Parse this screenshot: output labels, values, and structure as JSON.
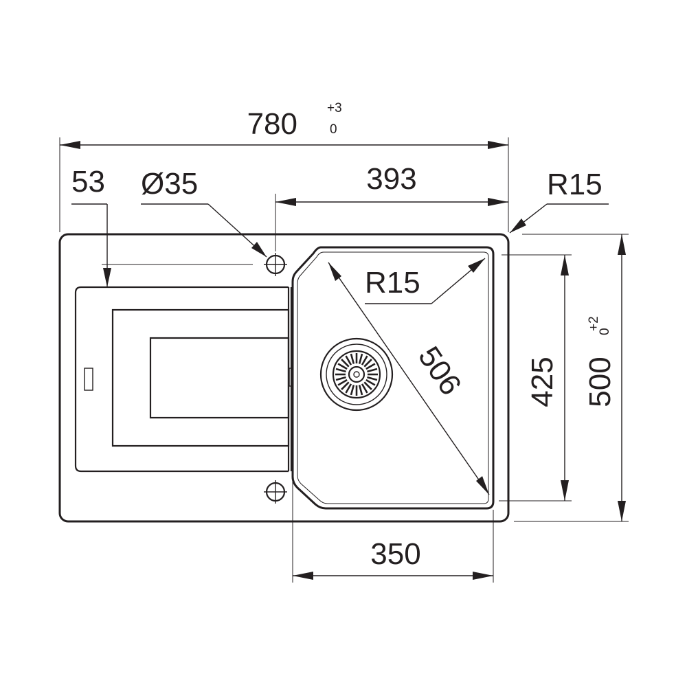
{
  "dimensions": {
    "overall_width": "780",
    "overall_width_tol_upper": "+3",
    "overall_width_tol_lower": "0",
    "edge_offset": "53",
    "hole_diameter": "Ø35",
    "bowl_offset": "393",
    "corner_radius_outer": "R15",
    "corner_radius_bowl": "R15",
    "diagonal": "506",
    "bowl_depth": "425",
    "overall_depth": "500",
    "overall_depth_tol_upper": "+2",
    "overall_depth_tol_lower": "0",
    "bowl_width": "350"
  },
  "colors": {
    "line": "#231f20",
    "background": "#ffffff"
  }
}
